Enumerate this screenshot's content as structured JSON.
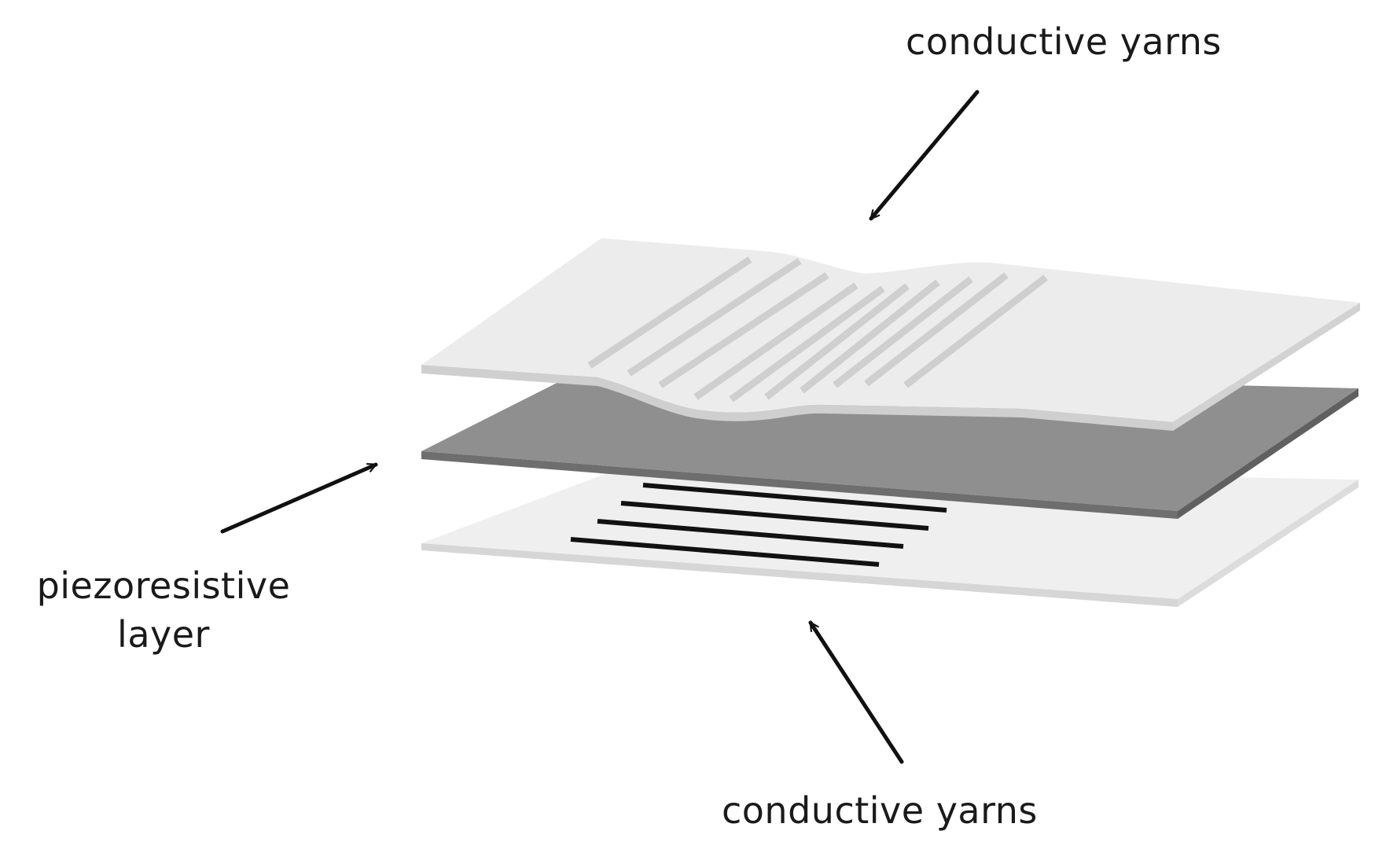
{
  "labels": {
    "top_yarns": "conductive yarns",
    "bottom_yarns": "conductive yarns",
    "piezo_line1": "piezoresistive",
    "piezo_line2": "layer"
  },
  "colors": {
    "top_fabric_fill": "#ececec",
    "top_fabric_edge": "#c8c8c8",
    "top_yarn_stripe": "#cfcfcf",
    "middle_layer_fill": "#8e8f8e",
    "middle_layer_edge": "#6d6e6d",
    "bottom_fabric_fill": "#efefef",
    "bottom_fabric_edge": "#d6d6d6",
    "bottom_yarn_line": "#111111",
    "arrow": "#111111"
  }
}
